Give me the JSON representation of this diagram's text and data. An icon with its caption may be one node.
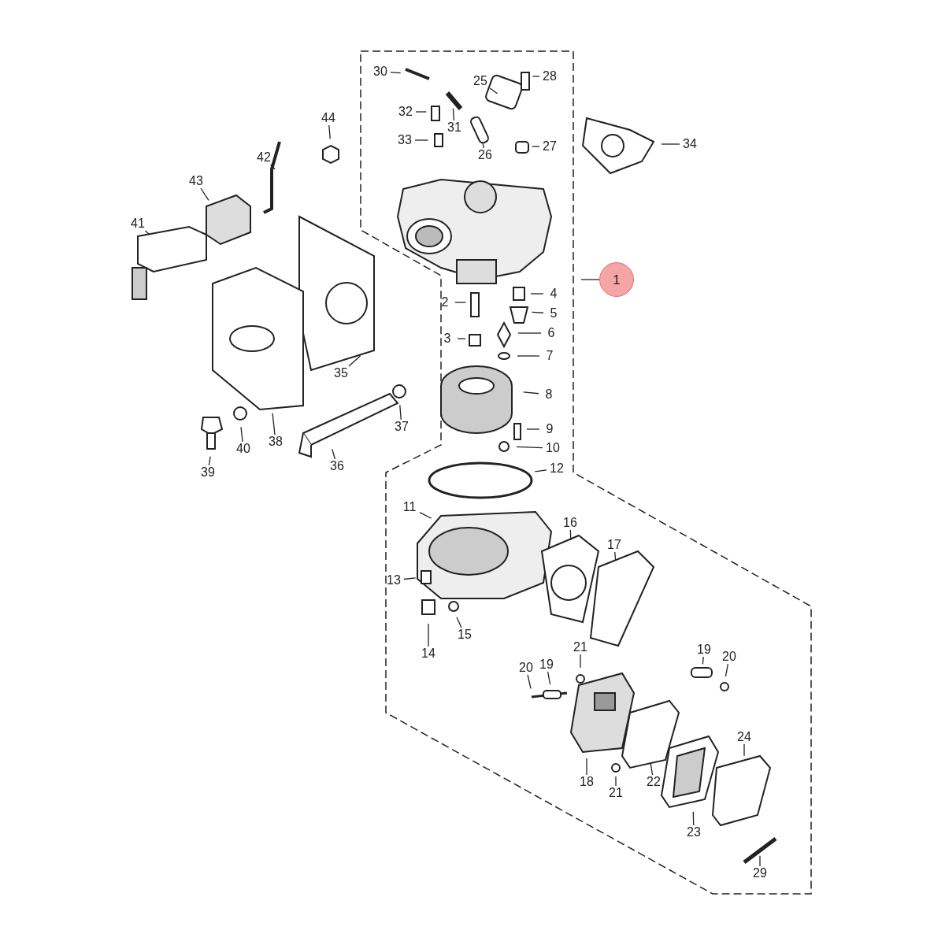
{
  "diagram": {
    "nodes": [
      {
        "text": [
          "30"
        ]
      },
      {
        "text": [
          "28"
        ]
      },
      {
        "text": [
          "25"
        ]
      },
      {
        "text": [
          "32"
        ]
      },
      {
        "text": [
          "44"
        ]
      },
      {
        "text": [
          "31"
        ]
      },
      {
        "text": [
          "33"
        ]
      },
      {
        "text": [
          "34"
        ]
      },
      {
        "text": [
          "27"
        ]
      },
      {
        "text": [
          "26"
        ]
      },
      {
        "text": [
          "42"
        ]
      },
      {
        "text": [
          "43"
        ]
      },
      {
        "text": [
          "41"
        ]
      },
      {
        "text": [
          "1"
        ]
      },
      {
        "text": [
          "4"
        ]
      },
      {
        "text": [
          "2"
        ]
      },
      {
        "text": [
          "5"
        ]
      },
      {
        "text": [
          "6"
        ]
      },
      {
        "text": [
          "3"
        ]
      },
      {
        "text": [
          "7"
        ]
      },
      {
        "text": [
          "35"
        ]
      },
      {
        "text": [
          "8"
        ]
      },
      {
        "text": [
          "37"
        ]
      },
      {
        "text": [
          "9"
        ]
      },
      {
        "text": [
          "38"
        ]
      },
      {
        "text": [
          "10"
        ]
      },
      {
        "text": [
          "40"
        ]
      },
      {
        "text": [
          "39"
        ]
      },
      {
        "text": [
          "36"
        ]
      },
      {
        "text": [
          "12"
        ]
      },
      {
        "text": [
          "11"
        ]
      },
      {
        "text": [
          "16"
        ]
      },
      {
        "text": [
          "17"
        ]
      },
      {
        "text": [
          "13"
        ]
      },
      {
        "text": [
          "15"
        ]
      },
      {
        "text": [
          "14"
        ]
      },
      {
        "text": [
          "21"
        ]
      },
      {
        "text": [
          "19"
        ]
      },
      {
        "text": [
          "20"
        ]
      },
      {
        "text": [
          "19"
        ]
      },
      {
        "text": [
          "20"
        ]
      },
      {
        "text": [
          "24"
        ]
      },
      {
        "text": [
          "18"
        ]
      },
      {
        "text": [
          "22"
        ]
      },
      {
        "text": [
          "21"
        ]
      },
      {
        "text": [
          "23"
        ]
      },
      {
        "text": [
          "29"
        ]
      }
    ],
    "edges": [
      {
        "from": 0,
        "to": null,
        "arrow": "none"
      },
      {
        "from": 1,
        "to": null,
        "arrow": "none"
      },
      {
        "from": 2,
        "to": null,
        "arrow": "none"
      },
      {
        "from": 3,
        "to": null,
        "arrow": "none"
      },
      {
        "from": 4,
        "to": null,
        "arrow": "none"
      },
      {
        "from": 5,
        "to": null,
        "arrow": "none"
      },
      {
        "from": 6,
        "to": null,
        "arrow": "none"
      },
      {
        "from": 7,
        "to": null,
        "arrow": "none"
      },
      {
        "from": 8,
        "to": null,
        "arrow": "none"
      },
      {
        "from": 9,
        "to": null,
        "arrow": "none"
      },
      {
        "from": 10,
        "to": null,
        "arrow": "none"
      },
      {
        "from": 11,
        "to": null,
        "arrow": "none"
      },
      {
        "from": 12,
        "to": null,
        "arrow": "none"
      },
      {
        "from": 13,
        "to": null,
        "arrow": "none"
      },
      {
        "from": 14,
        "to": null,
        "arrow": "none"
      },
      {
        "from": 15,
        "to": null,
        "arrow": "none"
      },
      {
        "from": 16,
        "to": null,
        "arrow": "none"
      },
      {
        "from": 17,
        "to": null,
        "arrow": "none"
      },
      {
        "from": 18,
        "to": null,
        "arrow": "none"
      },
      {
        "from": 19,
        "to": null,
        "arrow": "none"
      },
      {
        "from": 20,
        "to": null,
        "arrow": "none"
      },
      {
        "from": 21,
        "to": null,
        "arrow": "none"
      },
      {
        "from": 22,
        "to": null,
        "arrow": "none"
      },
      {
        "from": 23,
        "to": null,
        "arrow": "none"
      },
      {
        "from": 24,
        "to": null,
        "arrow": "none"
      },
      {
        "from": 25,
        "to": null,
        "arrow": "none"
      },
      {
        "from": 26,
        "to": null,
        "arrow": "none"
      },
      {
        "from": 27,
        "to": null,
        "arrow": "none"
      },
      {
        "from": 28,
        "to": null,
        "arrow": "none"
      },
      {
        "from": 29,
        "to": null,
        "arrow": "none"
      },
      {
        "from": 30,
        "to": null,
        "arrow": "none"
      },
      {
        "from": 31,
        "to": null,
        "arrow": "none"
      },
      {
        "from": 32,
        "to": null,
        "arrow": "none"
      },
      {
        "from": 33,
        "to": null,
        "arrow": "none"
      },
      {
        "from": 34,
        "to": null,
        "arrow": "none"
      },
      {
        "from": 35,
        "to": null,
        "arrow": "none"
      },
      {
        "from": 36,
        "to": null,
        "arrow": "none"
      },
      {
        "from": 37,
        "to": null,
        "arrow": "none"
      },
      {
        "from": 38,
        "to": null,
        "arrow": "none"
      },
      {
        "from": 39,
        "to": null,
        "arrow": "none"
      },
      {
        "from": 40,
        "to": null,
        "arrow": "none"
      },
      {
        "from": 41,
        "to": null,
        "arrow": "none"
      },
      {
        "from": 42,
        "to": null,
        "arrow": "none"
      },
      {
        "from": 43,
        "to": null,
        "arrow": "none"
      },
      {
        "from": 44,
        "to": null,
        "arrow": "none"
      },
      {
        "from": 45,
        "to": null,
        "arrow": "none"
      },
      {
        "from": 46,
        "to": null,
        "arrow": "none"
      }
    ]
  }
}
